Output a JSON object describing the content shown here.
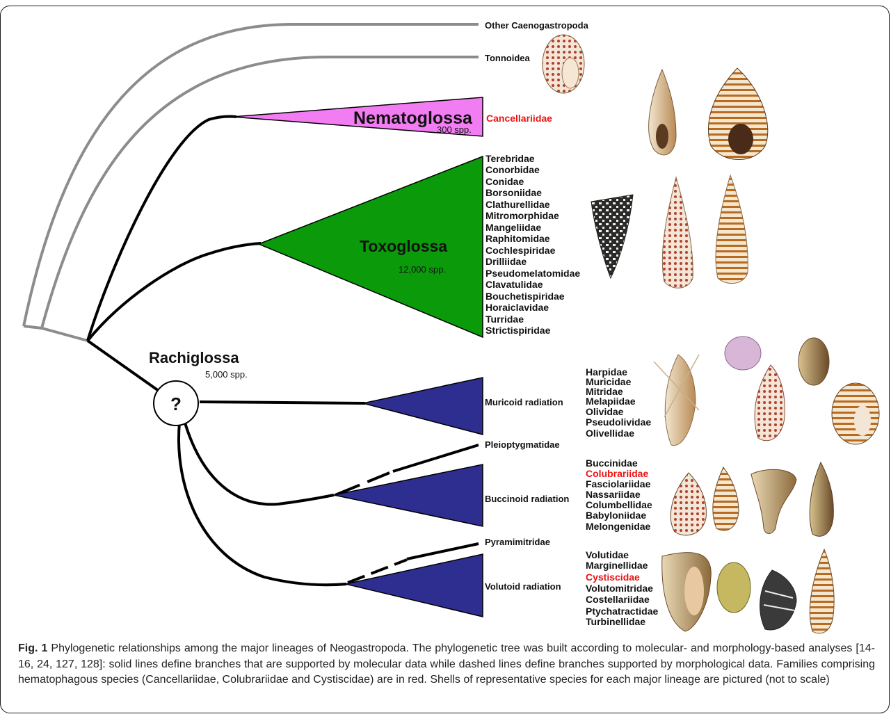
{
  "outgroups": [
    "Other Caenogastropoda",
    "Tonnoidea"
  ],
  "nematoglossa": {
    "name": "Nematoglossa",
    "species": "300 spp.",
    "families": [
      "Cancellariidae"
    ]
  },
  "toxoglossa": {
    "name": "Toxoglossa",
    "species": "12,000 spp.",
    "families": [
      "Terebridae",
      "Conorbidae",
      "Conidae",
      "Borsoniidae",
      "Clathurellidae",
      "Mitromorphidae",
      "Mangeliidae",
      "Raphitomidae",
      "Cochlespiridae",
      "Drilliidae",
      "Pseudomelatomidae",
      "Clavatulidae",
      "Bouchetispiridae",
      "Horaiclavidae",
      "Turridae",
      "Strictispiridae"
    ]
  },
  "rachiglossa": {
    "name": "Rachiglossa",
    "species": "5,000 spp.",
    "node_mark": "?"
  },
  "muricoid": {
    "name": "Muricoid radiation",
    "families": [
      "Harpidae",
      "Muricidae",
      "Mitridae",
      "Melapiidae",
      "Olividae",
      "Pseudolividae",
      "Olivellidae"
    ]
  },
  "pleioptygmatidae": "Pleioptygmatidae",
  "buccinoid": {
    "name": "Buccinoid radiation",
    "families": [
      "Buccinidae",
      "Colubrariidae",
      "Fasciolariidae",
      "Nassariidae",
      "Columbellidae",
      "Babyloniidae",
      "Melongenidae"
    ]
  },
  "pyramimitridae": "Pyramimitridae",
  "volutoid": {
    "name": "Volutoid radiation",
    "families": [
      "Volutidae",
      "Marginellidae",
      "Cystiscidae",
      "Volutomitridae",
      "Costellariidae",
      "Ptychatractidae",
      "Turbinellidae"
    ]
  },
  "hematophagous": [
    "Cancellariidae",
    "Colubrariidae",
    "Cystiscidae"
  ],
  "colors": {
    "nematoglossa": "#f27cf2",
    "toxoglossa": "#0a9a0a",
    "rachiglossa_radiations": "#2e2e90",
    "outgroup_branch": "#8c8c8c",
    "hematophagous_text": "#ee1111"
  },
  "caption": {
    "label": "Fig. 1",
    "text": "Phylogenetic relationships among the major lineages of Neogastropoda. The phylogenetic tree was built according to molecular- and morphology-based analyses [14-16, 24, 127, 128]: solid lines define branches that are supported by molecular data while dashed lines define branches supported by morphological data. Families comprising hematophagous species (Cancellariidae, Colubrariidae and Cystiscidae) are in red. Shells of representative species for each major lineage are pictured (not to scale)"
  }
}
